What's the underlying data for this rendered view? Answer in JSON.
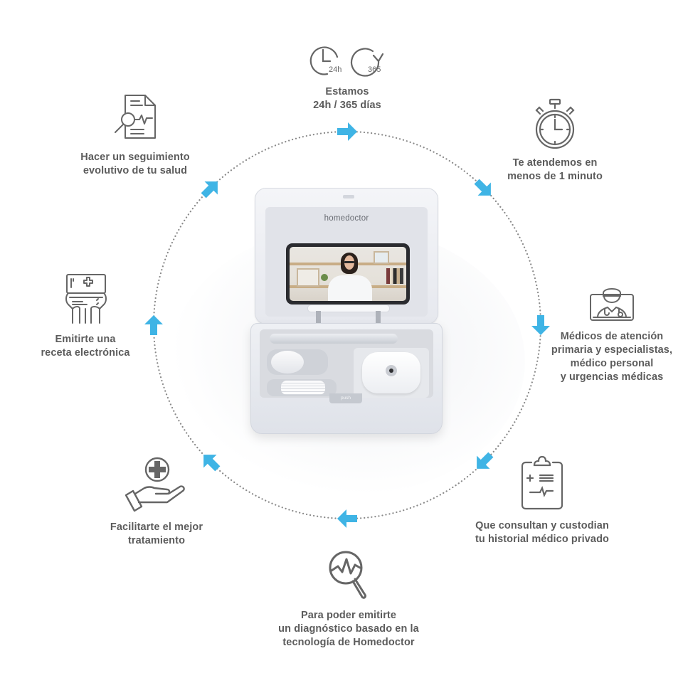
{
  "colors": {
    "arrow": "#3fb4e5",
    "text": "#5c5c5c",
    "icon_stroke": "#666666",
    "ring_dots": "#8a8a8a"
  },
  "product": {
    "brand": "homedoctor",
    "push_label": "push",
    "screen_content": "doctor-video-call"
  },
  "features": [
    {
      "id": "availability",
      "icon": "clock-24h-365-icon",
      "lines": [
        "Estamos",
        "24h / 365 días"
      ],
      "icon_text": [
        "24h",
        "365"
      ]
    },
    {
      "id": "response-time",
      "icon": "stopwatch-icon",
      "lines": [
        "Te atendemos en",
        "menos de 1 minuto"
      ]
    },
    {
      "id": "doctors",
      "icon": "doctor-monitor-icon",
      "lines": [
        "Médicos de atención",
        "primaria y especialistas,",
        "médico personal",
        "y urgencias médicas"
      ]
    },
    {
      "id": "history",
      "icon": "clipboard-medical-icon",
      "lines": [
        "Que consultan y custodian",
        "tu historial médico privado"
      ]
    },
    {
      "id": "diagnosis",
      "icon": "magnifier-pulse-icon",
      "lines": [
        "Para poder emitirte",
        "un diagnóstico basado en la",
        "tecnología de Homedoctor"
      ]
    },
    {
      "id": "treatment",
      "icon": "hand-medical-cross-icon",
      "lines": [
        "Facilitarte el mejor",
        "tratamiento"
      ]
    },
    {
      "id": "prescription",
      "icon": "prescription-card-icon",
      "lines": [
        "Emitirte una",
        "receta electrónica"
      ]
    },
    {
      "id": "tracking",
      "icon": "document-analysis-icon",
      "lines": [
        "Hacer un seguimiento",
        "evolutivo de tu salud"
      ]
    }
  ],
  "arrows": [
    {
      "direction": "right"
    },
    {
      "direction": "down-right"
    },
    {
      "direction": "down"
    },
    {
      "direction": "down-left"
    },
    {
      "direction": "left"
    },
    {
      "direction": "up-left"
    },
    {
      "direction": "up"
    },
    {
      "direction": "up-right"
    }
  ]
}
